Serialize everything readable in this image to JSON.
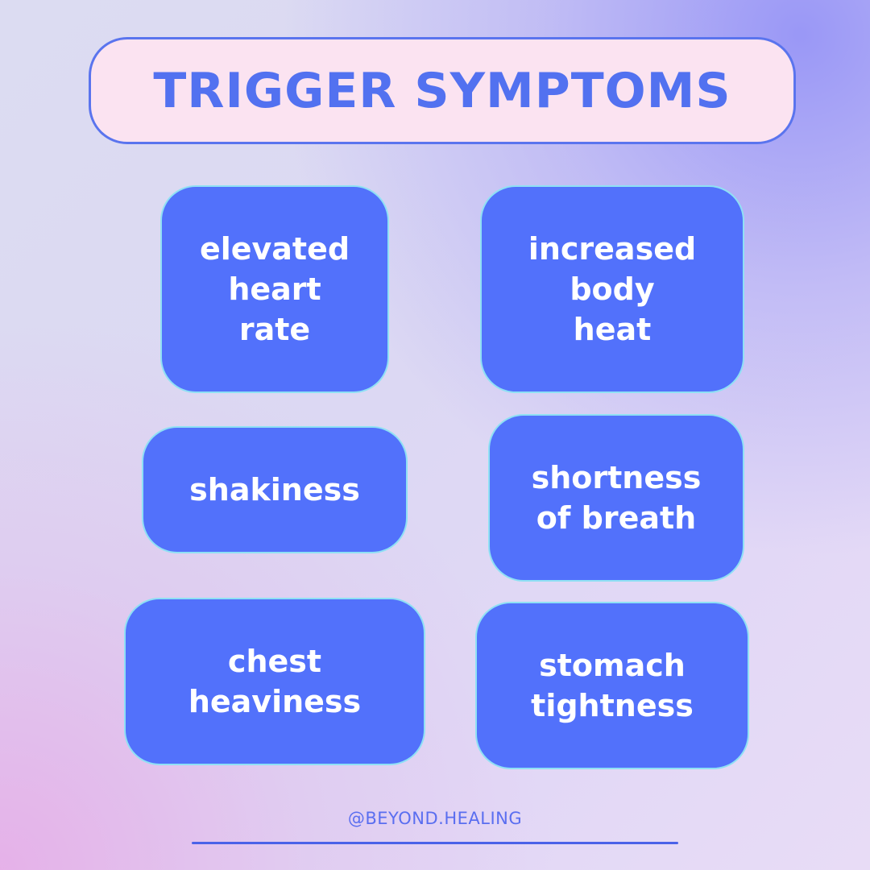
{
  "title": "TRIGGER SYMPTOMS",
  "symptoms": [
    {
      "label": "elevated\nheart\nrate"
    },
    {
      "label": "increased\nbody\nheat"
    },
    {
      "label": "shakiness"
    },
    {
      "label": "shortness\nof breath"
    },
    {
      "label": "chest\nheaviness"
    },
    {
      "label": "stomach\ntightness"
    }
  ],
  "handle": "@BEYOND.HEALING",
  "colors": {
    "accent": "#5271FB",
    "title_bg": "#FBE3F1",
    "card_border": "#8FE0F4",
    "text_on_card": "#FFFFFF"
  }
}
